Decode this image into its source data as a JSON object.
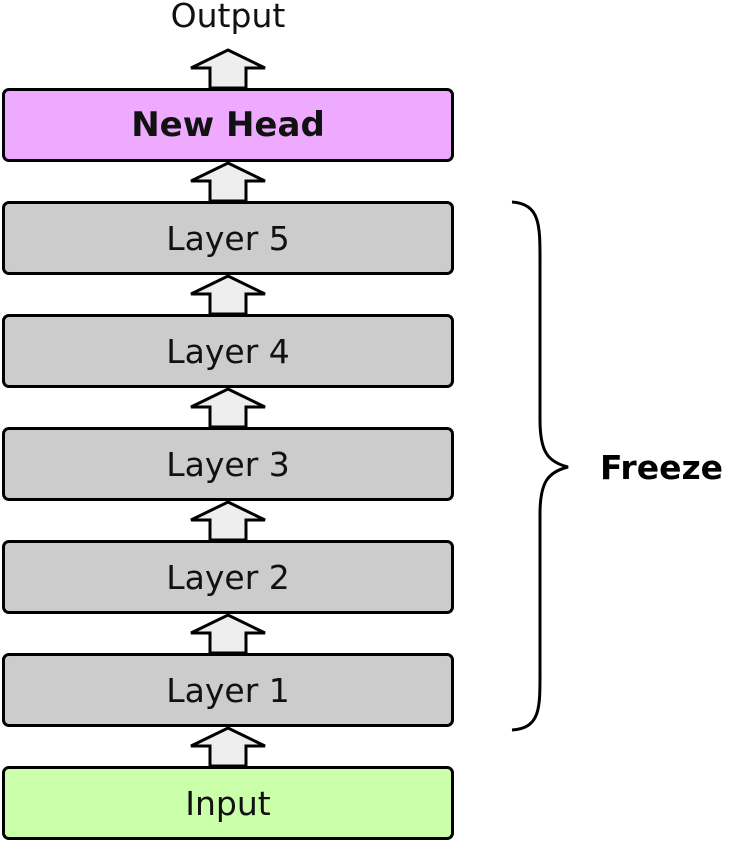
{
  "output_label": "Output",
  "freeze_label": "Freeze",
  "blocks": {
    "head": "New Head",
    "layer5": "Layer 5",
    "layer4": "Layer 4",
    "layer3": "Layer 3",
    "layer2": "Layer 2",
    "layer1": "Layer 1",
    "input": "Input"
  },
  "colors": {
    "head_fill": "#eeaaff",
    "layer_fill": "#cccccc",
    "input_fill": "#ccffaa",
    "arrow_fill": "#eeeeee",
    "stroke": "#000000"
  }
}
